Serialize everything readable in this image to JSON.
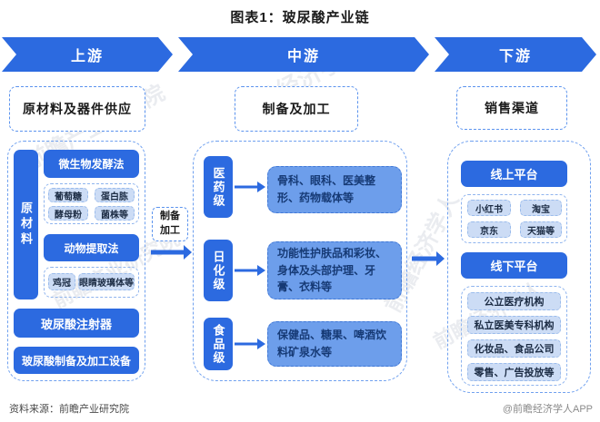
{
  "title": "图表1：玻尿酸产业链",
  "banner": {
    "upstream": "上游",
    "midstream": "中游",
    "downstream": "下游"
  },
  "upstream": {
    "header": "原材料及器件供应",
    "side_label": "原材料",
    "fermentation": {
      "label": "微生物发酵法",
      "items": [
        "葡萄糖",
        "蛋白胨",
        "酵母粉",
        "菌株等"
      ]
    },
    "animal": {
      "label": "动物提取法",
      "items": [
        "鸡冠",
        "眼睛玻璃体等"
      ]
    },
    "syringe": "玻尿酸注射器",
    "equipment": "玻尿酸制备及加工设备"
  },
  "process": {
    "header": "制备及加工",
    "connector_line1": "制备",
    "connector_line2": "加工",
    "grades": [
      {
        "label": "医药级",
        "desc": "骨科、眼科、医美整形、药物载体等"
      },
      {
        "label": "日化级",
        "desc": "功能性护肤品和彩妆、身体及头部护理、牙膏、衣料等"
      },
      {
        "label": "食品级",
        "desc": "保健品、糖果、啤酒饮料矿泉水等"
      }
    ]
  },
  "downstream": {
    "header": "销售渠道",
    "online": {
      "label": "线上平台",
      "items": [
        "小红书",
        "淘宝",
        "京东",
        "天猫等"
      ]
    },
    "offline": {
      "label": "线下平台",
      "items": [
        "公立医疗机构",
        "私立医美专科机构",
        "化妆品、食品公司",
        "零售、广告投放等"
      ]
    }
  },
  "footer": {
    "source": "资料来源：前瞻产业研究院",
    "credit": "@前瞻经济学人APP"
  },
  "watermarks": {
    "institute": "前瞻产业研究院",
    "app": "前瞻经济学人"
  },
  "colors": {
    "primary": "#2c6ae0",
    "desc_bg": "#6d9eeb",
    "chip_bg": "#ccdcf5",
    "desc_text": "#163a75"
  }
}
